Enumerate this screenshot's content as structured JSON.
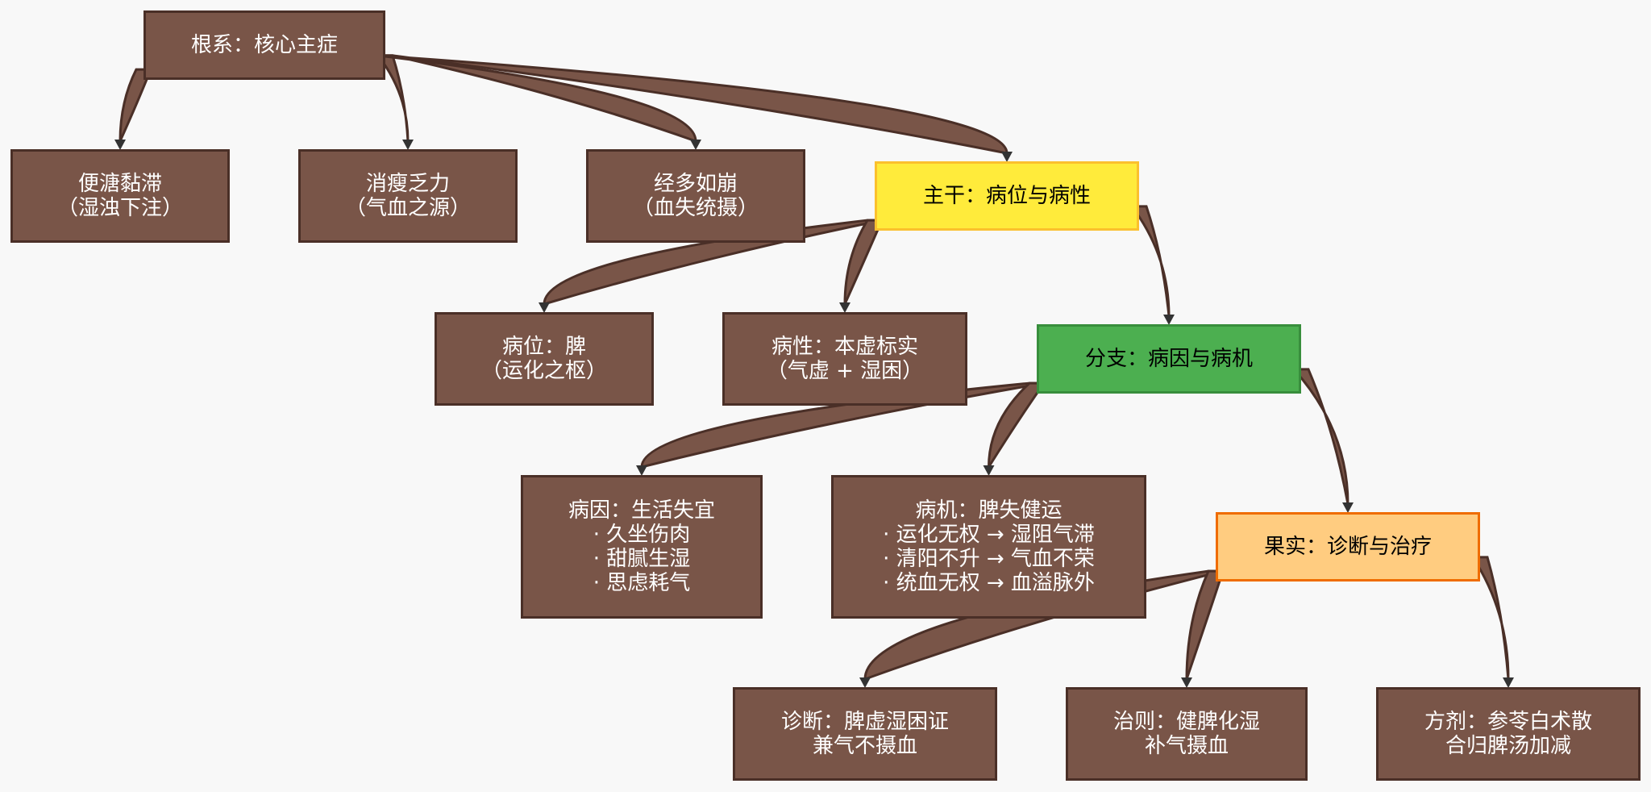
{
  "nodes": {
    "root": {
      "lines": [
        "根系：核心主症"
      ]
    },
    "r1": {
      "lines": [
        "便溏黏滞",
        "（湿浊下注）"
      ]
    },
    "r2": {
      "lines": [
        "消瘦乏力",
        "（气血之源）"
      ]
    },
    "r3": {
      "lines": [
        "经多如崩",
        "（血失统摄）"
      ]
    },
    "trunk": {
      "lines": [
        "主干：病位与病性"
      ]
    },
    "t1": {
      "lines": [
        "病位：脾",
        "（运化之枢）"
      ]
    },
    "t2": {
      "lines": [
        "病性：本虚标实",
        "（气虚 + 湿困）"
      ]
    },
    "branch": {
      "lines": [
        "分支：病因与病机"
      ]
    },
    "b1": {
      "lines": [
        "病因：生活失宜",
        "· 久坐伤肉",
        "· 甜腻生湿",
        "· 思虑耗气"
      ]
    },
    "b2": {
      "lines": [
        "病机：脾失健运",
        "· 运化无权 → 湿阻气滞",
        "· 清阳不升 → 气血不荣",
        "· 统血无权 → 血溢脉外"
      ]
    },
    "fruit": {
      "lines": [
        "果实：诊断与治疗"
      ]
    },
    "f1": {
      "lines": [
        "诊断：脾虚湿困证",
        "兼气不摄血"
      ]
    },
    "f2": {
      "lines": [
        "治则：健脾化湿",
        "补气摄血"
      ]
    },
    "f3": {
      "lines": [
        "方剂：参苓白术散",
        "合归脾汤加减"
      ]
    }
  },
  "edges": [
    {
      "from": "root",
      "to": "r1"
    },
    {
      "from": "root",
      "to": "r2"
    },
    {
      "from": "root",
      "to": "r3"
    },
    {
      "from": "root",
      "to": "trunk"
    },
    {
      "from": "trunk",
      "to": "t1"
    },
    {
      "from": "trunk",
      "to": "t2"
    },
    {
      "from": "trunk",
      "to": "branch"
    },
    {
      "from": "branch",
      "to": "b1"
    },
    {
      "from": "branch",
      "to": "b2"
    },
    {
      "from": "branch",
      "to": "fruit"
    },
    {
      "from": "fruit",
      "to": "f1"
    },
    {
      "from": "fruit",
      "to": "f2"
    },
    {
      "from": "fruit",
      "to": "f3"
    }
  ],
  "colors": {
    "edge_fill": "#795548",
    "edge_stroke": "#4a2f27",
    "arrow": "#333333",
    "node_default": "#795548",
    "trunk": "#ffeb3b",
    "branch": "#4caf50",
    "fruit": "#ffcc80"
  }
}
